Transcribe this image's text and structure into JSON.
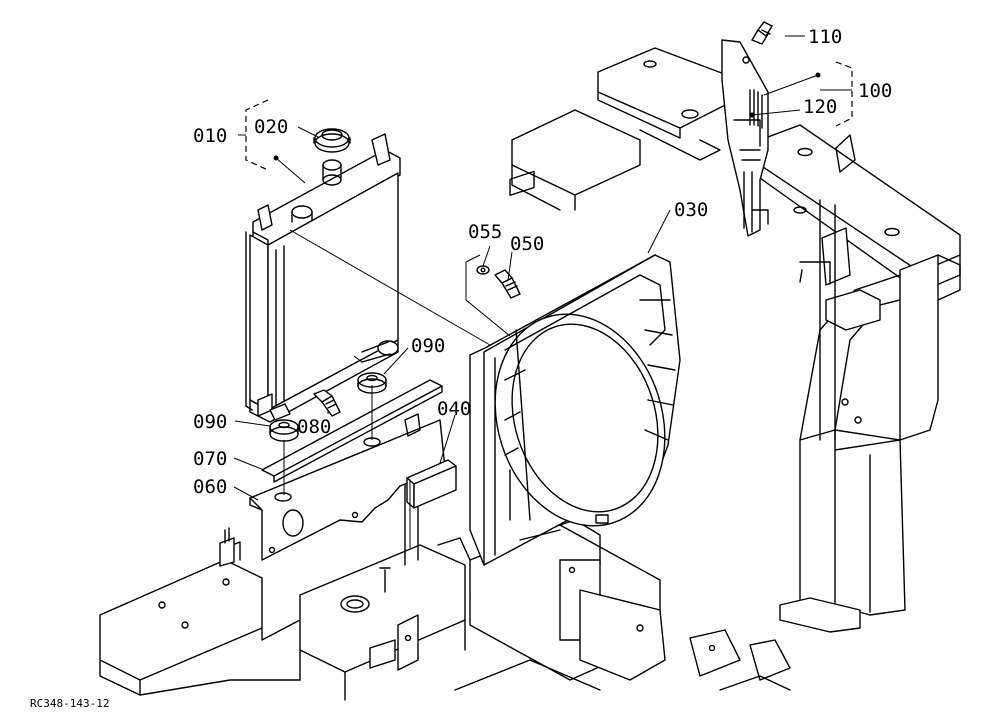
{
  "figure_code": "RC348-143-12",
  "callouts": [
    {
      "key": "p010",
      "text": "010"
    },
    {
      "key": "p020",
      "text": "020"
    },
    {
      "key": "p030",
      "text": "030"
    },
    {
      "key": "p040",
      "text": "040"
    },
    {
      "key": "p050",
      "text": "050"
    },
    {
      "key": "p055",
      "text": "055"
    },
    {
      "key": "p060",
      "text": "060"
    },
    {
      "key": "p070",
      "text": "070"
    },
    {
      "key": "p080",
      "text": "080"
    },
    {
      "key": "p090a",
      "text": "090"
    },
    {
      "key": "p090b",
      "text": "090"
    },
    {
      "key": "p100",
      "text": "100"
    },
    {
      "key": "p110",
      "text": "110"
    },
    {
      "key": "p120",
      "text": "120"
    }
  ],
  "labels": {
    "p010": "010",
    "p020": "020",
    "p030": "030",
    "p040": "040",
    "p050": "050",
    "p055": "055",
    "p060": "060",
    "p070": "070",
    "p080": "080",
    "p090a": "090",
    "p090b": "090",
    "p100": "100",
    "p110": "110",
    "p120": "120"
  }
}
